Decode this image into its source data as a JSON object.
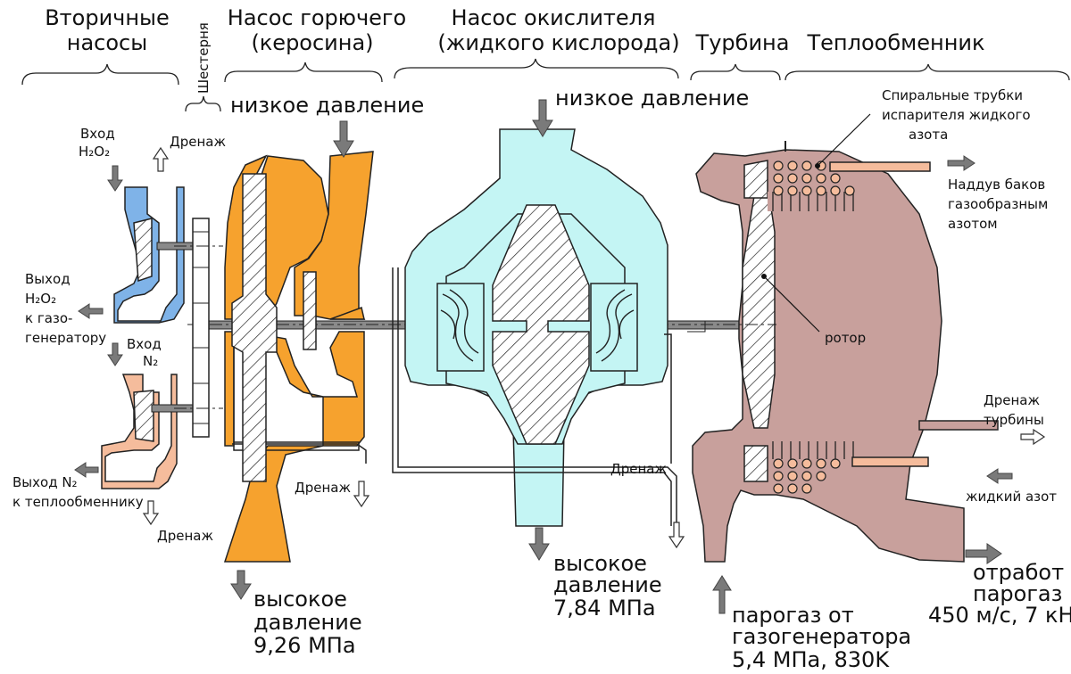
{
  "headers": {
    "secondary_pumps": [
      "Вторичные",
      "насосы"
    ],
    "gear": "Шестерня",
    "fuel_pump": [
      "Насос горючего",
      "(керосина)"
    ],
    "oxidizer_pump": [
      "Насос окислителя",
      "(жидкого кислорода)"
    ],
    "turbine": "Турбина",
    "heat_exchanger": "Теплообменник"
  },
  "labels": {
    "inlet_h2o2": "Вход",
    "inlet_h2o2_sub": "H₂O₂",
    "drain_top": "Дренаж",
    "outlet_h2o2": [
      "Выход",
      "H₂O₂",
      "к газо-",
      "генератору"
    ],
    "inlet_n2": "Вход",
    "inlet_n2_sub": "N₂",
    "outlet_n2": [
      "Выход N₂",
      "к теплообменнику"
    ],
    "drain_bottom_left": "Дренаж",
    "fuel_low_pressure": "низкое давление",
    "fuel_drain": "Дренаж",
    "fuel_high_pressure": [
      "высокое",
      "давление",
      "9,26 МПа"
    ],
    "ox_low_pressure": "низкое давление",
    "ox_drain": "Дренаж",
    "ox_high_pressure": [
      "высокое",
      "давление",
      "7,84 МПа"
    ],
    "coils": [
      "Спиральные трубки",
      "испарителя жидкого",
      "азота"
    ],
    "tank_pressurization": [
      "Наддув баков",
      "газообразным",
      "азотом"
    ],
    "rotor": "ротор",
    "turbine_drain": [
      "Дренаж",
      "турбины"
    ],
    "liquid_nitrogen": "жидкий азот",
    "exhaust": [
      "отработ",
      "парогаз",
      "450 м/с, 7 кН"
    ],
    "steam_gas": [
      "парогаз от",
      "газогенератора",
      "5,4 МПа, 830K"
    ]
  },
  "colors": {
    "fuel": "#f6a22e",
    "oxidizer": "#c4f5f4",
    "h2o2": "#7fb3e8",
    "nitrogen": "#f5bc9c",
    "turbine": "#c8a09c",
    "arrow": "#7a7a7a"
  }
}
